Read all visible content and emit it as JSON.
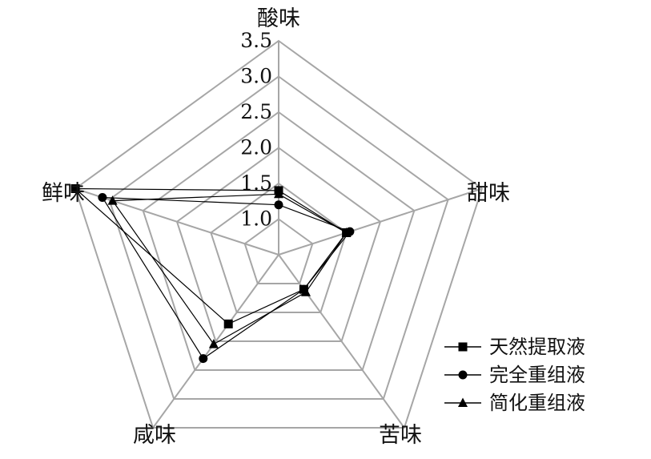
{
  "chart_data": {
    "type": "radar",
    "axes": [
      "酸味",
      "甜味",
      "苦味",
      "咸味",
      "鲜味"
    ],
    "rticks": [
      "1.0",
      "1.5",
      "2.0",
      "2.5",
      "3.0",
      "3.5"
    ],
    "rlim": [
      0.5,
      3.5
    ],
    "grid": true,
    "legend_position": "bottom-right",
    "series": [
      {
        "name": "天然提取液",
        "marker": "square",
        "values": [
          1.4,
          1.5,
          1.1,
          1.7,
          3.5
        ]
      },
      {
        "name": "完全重组液",
        "marker": "circle",
        "values": [
          1.2,
          1.55,
          1.1,
          2.3,
          3.1
        ]
      },
      {
        "name": "简化重组液",
        "marker": "triangle",
        "values": [
          1.35,
          1.5,
          1.15,
          2.05,
          2.95
        ]
      }
    ]
  },
  "colors": {
    "grid": "#a6a6a6",
    "series": "#000000"
  }
}
